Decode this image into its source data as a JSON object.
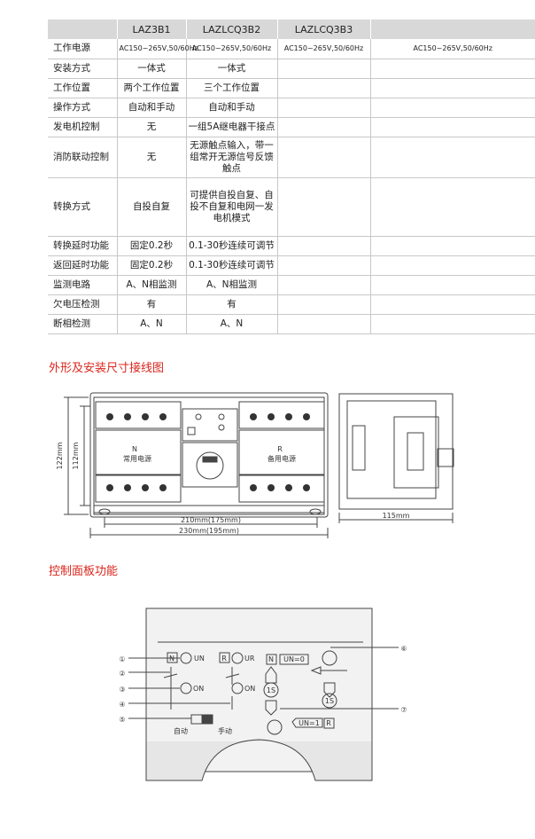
{
  "table": {
    "headers": [
      "",
      "LAZ3B1",
      "LAZLCQ3B2",
      "LAZLCQ3B3",
      ""
    ],
    "rows": [
      {
        "label": "工作电源",
        "c1": "AC150~265V,50/60Hz",
        "c2": "AC150~265V,50/60Hz",
        "c3": "AC150~265V,50/60Hz",
        "c4": "AC150~265V,50/60Hz"
      },
      {
        "label": "安装方式",
        "c1": "一体式",
        "c2": "一体式",
        "c3": "",
        "c4": ""
      },
      {
        "label": "工作位置",
        "c1": "两个工作位置",
        "c2": "三个工作位置",
        "c3": "",
        "c4": ""
      },
      {
        "label": "操作方式",
        "c1": "自动和手动",
        "c2": "自动和手动",
        "c3": "",
        "c4": ""
      },
      {
        "label": "发电机控制",
        "c1": "无",
        "c2": "一组5A继电器干接点",
        "c3": "",
        "c4": ""
      },
      {
        "label": "消防联动控制",
        "c1": "无",
        "c2": "无源触点输入，带一组常开无源信号反馈触点",
        "c3": "",
        "c4": ""
      },
      {
        "label": "转换方式",
        "c1": "自投自复",
        "c2": "可提供自投自复、自投不自复和电网一发电机模式",
        "c3": "",
        "c4": ""
      },
      {
        "label": "转换延时功能",
        "c1": "固定0.2秒",
        "c2": "0.1-30秒连续可调节",
        "c3": "",
        "c4": ""
      },
      {
        "label": "返回延时功能",
        "c1": "固定0.2秒",
        "c2": "0.1-30秒连续可调节",
        "c3": "",
        "c4": ""
      },
      {
        "label": "监测电路",
        "c1": "A、N相监测",
        "c2": "A、N相监测",
        "c3": "",
        "c4": ""
      },
      {
        "label": "欠电压检测",
        "c1": "有",
        "c2": "有",
        "c3": "",
        "c4": ""
      },
      {
        "label": "断相检测",
        "c1": "A、N",
        "c2": "A、N",
        "c3": "",
        "c4": ""
      }
    ]
  },
  "section1_title": "外形及安装尺寸接线图",
  "section2_title": "控制面板功能",
  "drawing": {
    "left_label_n": "N",
    "left_label_text": "常用电源",
    "right_label_r": "R",
    "right_label_text": "备用电源",
    "dim_122": "122mm",
    "dim_112": "112mm",
    "dim_210": "210mm(175mm)",
    "dim_230": "230mm(195mm)",
    "dim_115": "115mm"
  },
  "panel": {
    "callouts": [
      "①",
      "②",
      "③",
      "④",
      "⑤",
      "⑥",
      "⑦"
    ],
    "n_box": "N",
    "r_box": "R",
    "un": "UN",
    "ur": "UR",
    "on1": "ON",
    "on2": "ON",
    "n_box2": "N",
    "un0": "UN=0",
    "t1s": "1S",
    "t1s_b": "1S",
    "un1": "UN=1",
    "r_box2": "R",
    "auto": "自动",
    "manual": "手动"
  }
}
